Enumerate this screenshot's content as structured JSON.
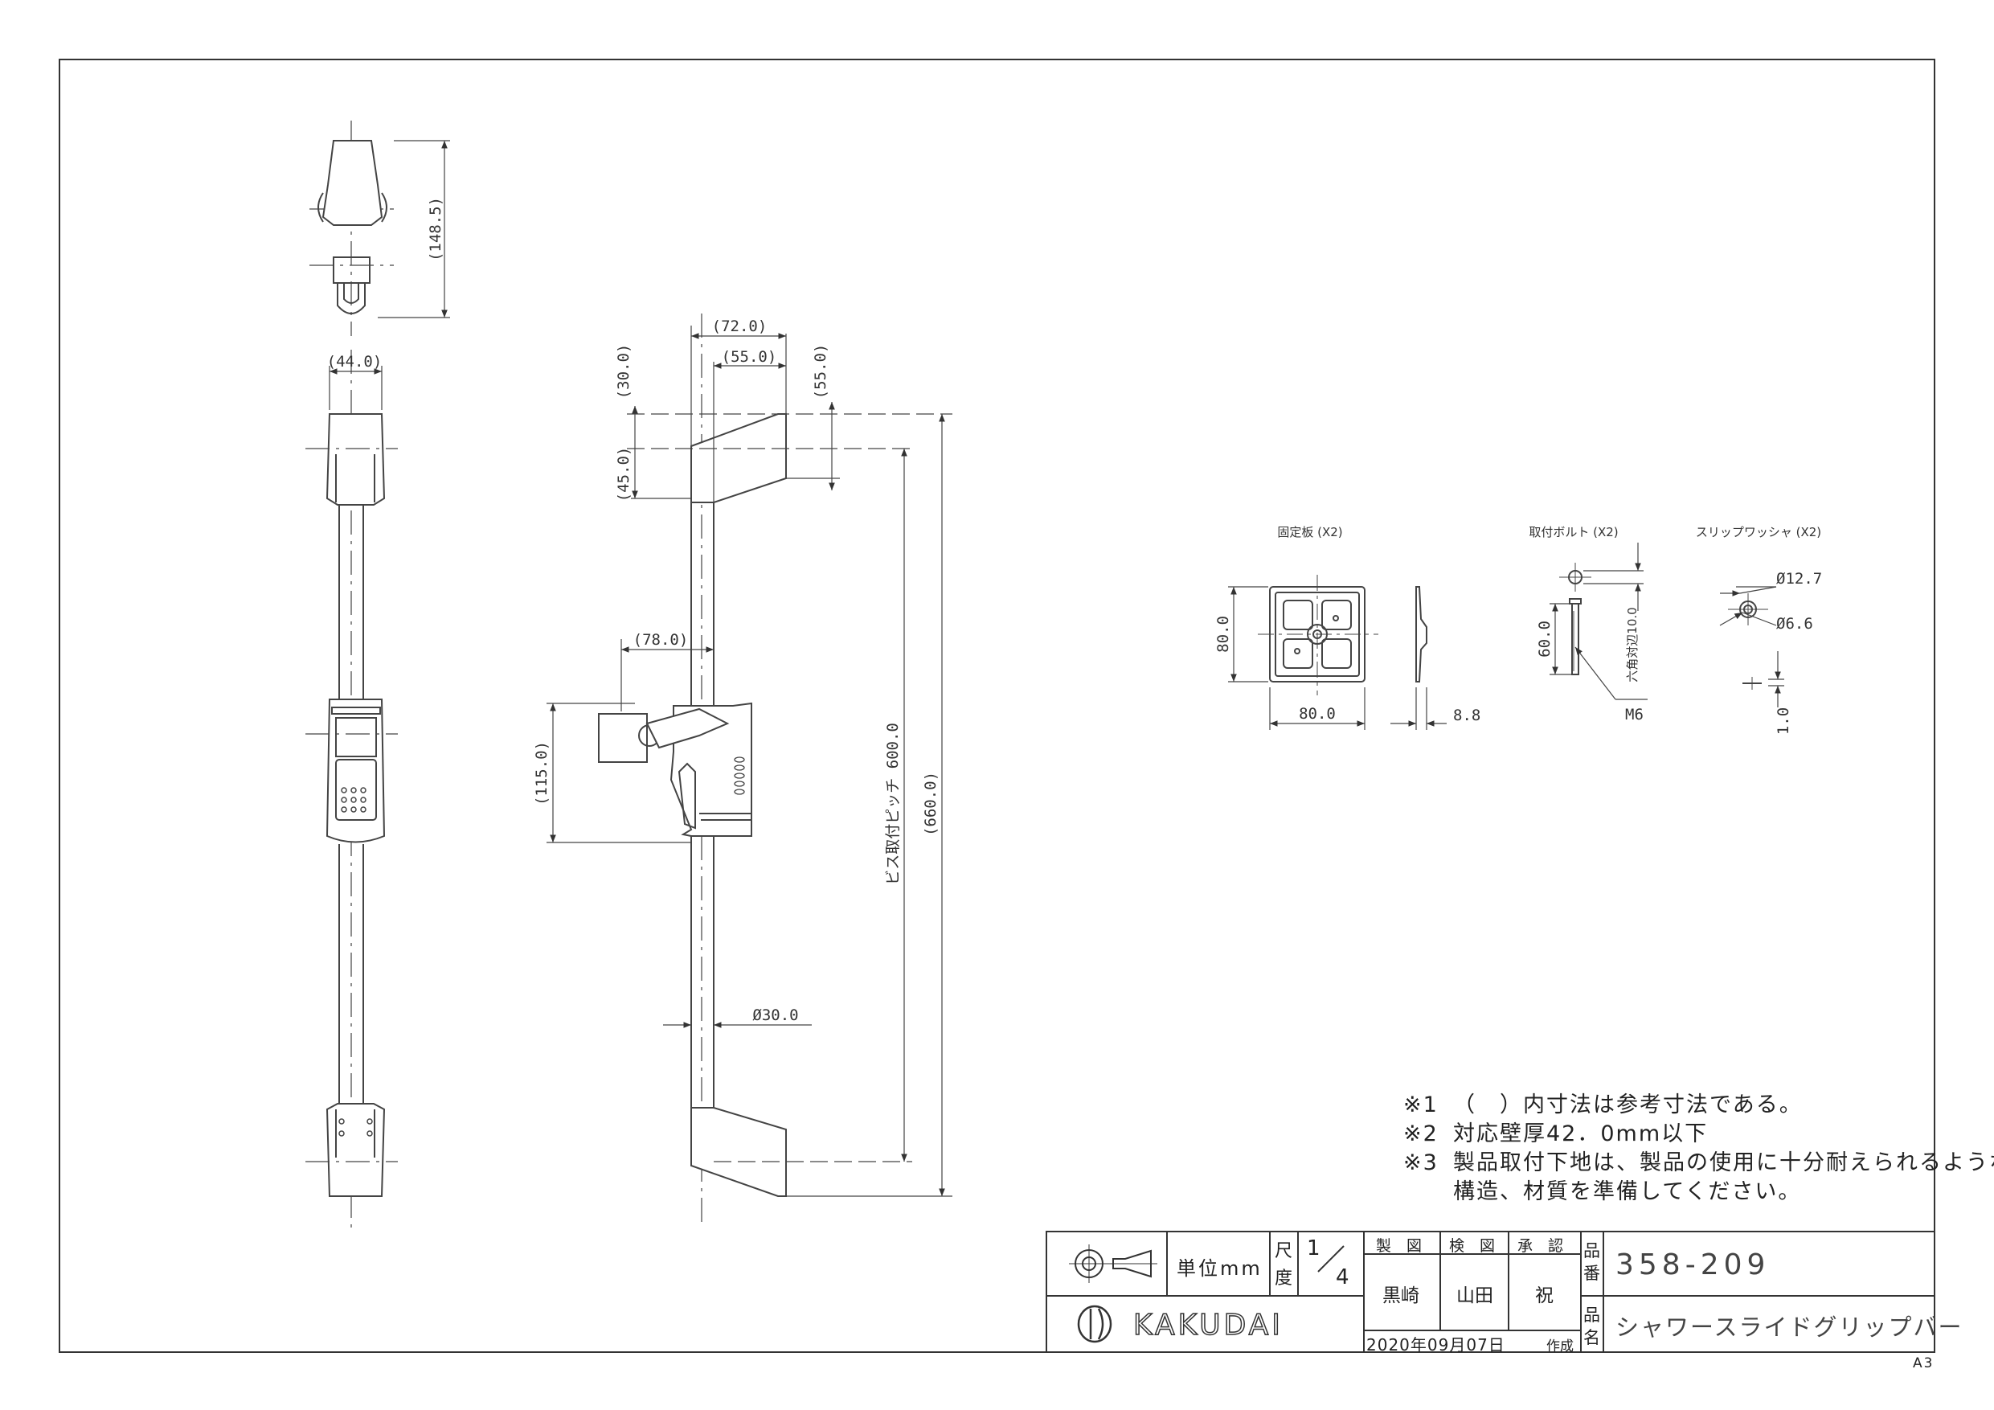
{
  "notes": [
    {
      "mark": "※1",
      "text": "（　）内寸法は参考寸法である。"
    },
    {
      "mark": "※2",
      "text": "対応壁厚42．0mm以下"
    },
    {
      "mark": "※3",
      "text": "製品取付下地は、製品の使用に十分耐えられるような"
    },
    {
      "mark": "",
      "text": "構造、材質を準備してください。"
    }
  ],
  "dimensions": {
    "top_height": "(148.5)",
    "front_width": "(44.0)",
    "side_width_72": "(72.0)",
    "side_width_55": "(55.0)",
    "side_55_vertical": "(55.0)",
    "side_30": "(30.0)",
    "side_45": "(45.0)",
    "holder_78": "(78.0)",
    "holder_115": "(115.0)",
    "screw_pitch": "ビス取付ピッチ 600.0",
    "overall_660": "(660.0)",
    "pipe_dia": "Ø30.0"
  },
  "parts": {
    "plate_title": "固定板 (X2)",
    "plate_height": "80.0",
    "plate_width": "80.0",
    "plate_thickness": "8.8",
    "bolt_title": "取付ボルト (X2)",
    "bolt_length": "60.0",
    "bolt_hex": "六角対辺10.0",
    "bolt_thread": "M6",
    "washer_title": "スリップワッシャ (X2)",
    "washer_outer": "Ø12.7",
    "washer_inner": "Ø6.6",
    "washer_thickness": "1.0"
  },
  "title_block": {
    "unit_label": "単位mm",
    "scale_label_1": "尺",
    "scale_label_2": "度",
    "scale_num": "1",
    "scale_den": "4",
    "made_label": "製　図",
    "check_label": "検　図",
    "approve_label": "承　認",
    "made_name": "黒崎",
    "check_name": "山田",
    "approve_name": "祝",
    "date": "2020年09月07日",
    "created_label": "作成",
    "part_no_label_1": "品",
    "part_no_label_2": "番",
    "part_no": "358-209",
    "part_name_label_1": "品",
    "part_name_label_2": "名",
    "part_name": "シャワースライドグリップバー",
    "logo": "KAKUDAI"
  },
  "sheet_size": "A3",
  "icons": [
    "projection-symbol-icon",
    "kakudai-logo-icon"
  ]
}
